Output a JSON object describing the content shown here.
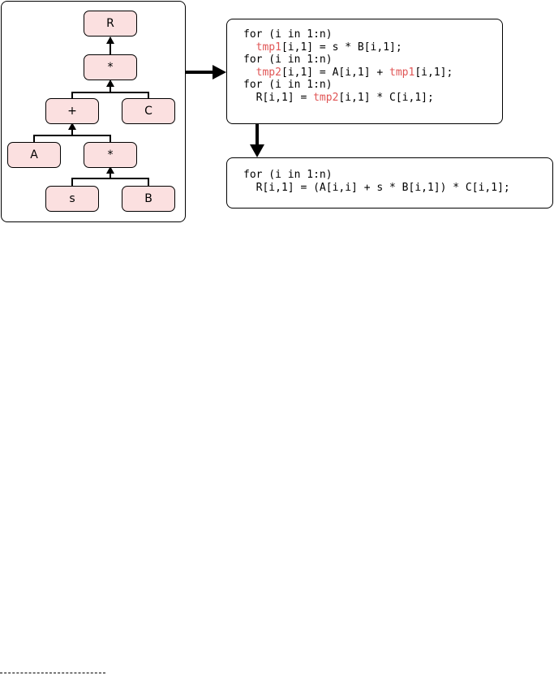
{
  "tree": {
    "nodes": {
      "root": "R",
      "mul_top": "*",
      "plus": "+",
      "c": "C",
      "a": "A",
      "mul_inner": "*",
      "s": "s",
      "b": "B"
    }
  },
  "unfused_code": {
    "lines": [
      {
        "parts": [
          {
            "text": "for (i in 1:n)",
            "hl": false
          }
        ]
      },
      {
        "parts": [
          {
            "text": "  ",
            "hl": false
          },
          {
            "text": "tmp1",
            "hl": true
          },
          {
            "text": "[i,1] = s * B[i,1];",
            "hl": false
          }
        ]
      },
      {
        "parts": [
          {
            "text": "for (i in 1:n)",
            "hl": false
          }
        ]
      },
      {
        "parts": [
          {
            "text": "  ",
            "hl": false
          },
          {
            "text": "tmp2",
            "hl": true
          },
          {
            "text": "[i,1] = A[i,1] + ",
            "hl": false
          },
          {
            "text": "tmp1",
            "hl": true
          },
          {
            "text": "[i,1];",
            "hl": false
          }
        ]
      },
      {
        "parts": [
          {
            "text": "for (i in 1:n)",
            "hl": false
          }
        ]
      },
      {
        "parts": [
          {
            "text": "  R[i,1] = ",
            "hl": false
          },
          {
            "text": "tmp2",
            "hl": true
          },
          {
            "text": "[i,1] * C[i,1];",
            "hl": false
          }
        ]
      }
    ]
  },
  "fused_code": {
    "lines": [
      {
        "parts": [
          {
            "text": "for (i in 1:n)",
            "hl": false
          }
        ]
      },
      {
        "parts": [
          {
            "text": "  R[i,1] = (A[i,i] + s * B[i,1]) * C[i,1];",
            "hl": false
          }
        ]
      }
    ]
  },
  "colors": {
    "node_fill": "#fbe0e0",
    "highlight": "#e05555"
  }
}
